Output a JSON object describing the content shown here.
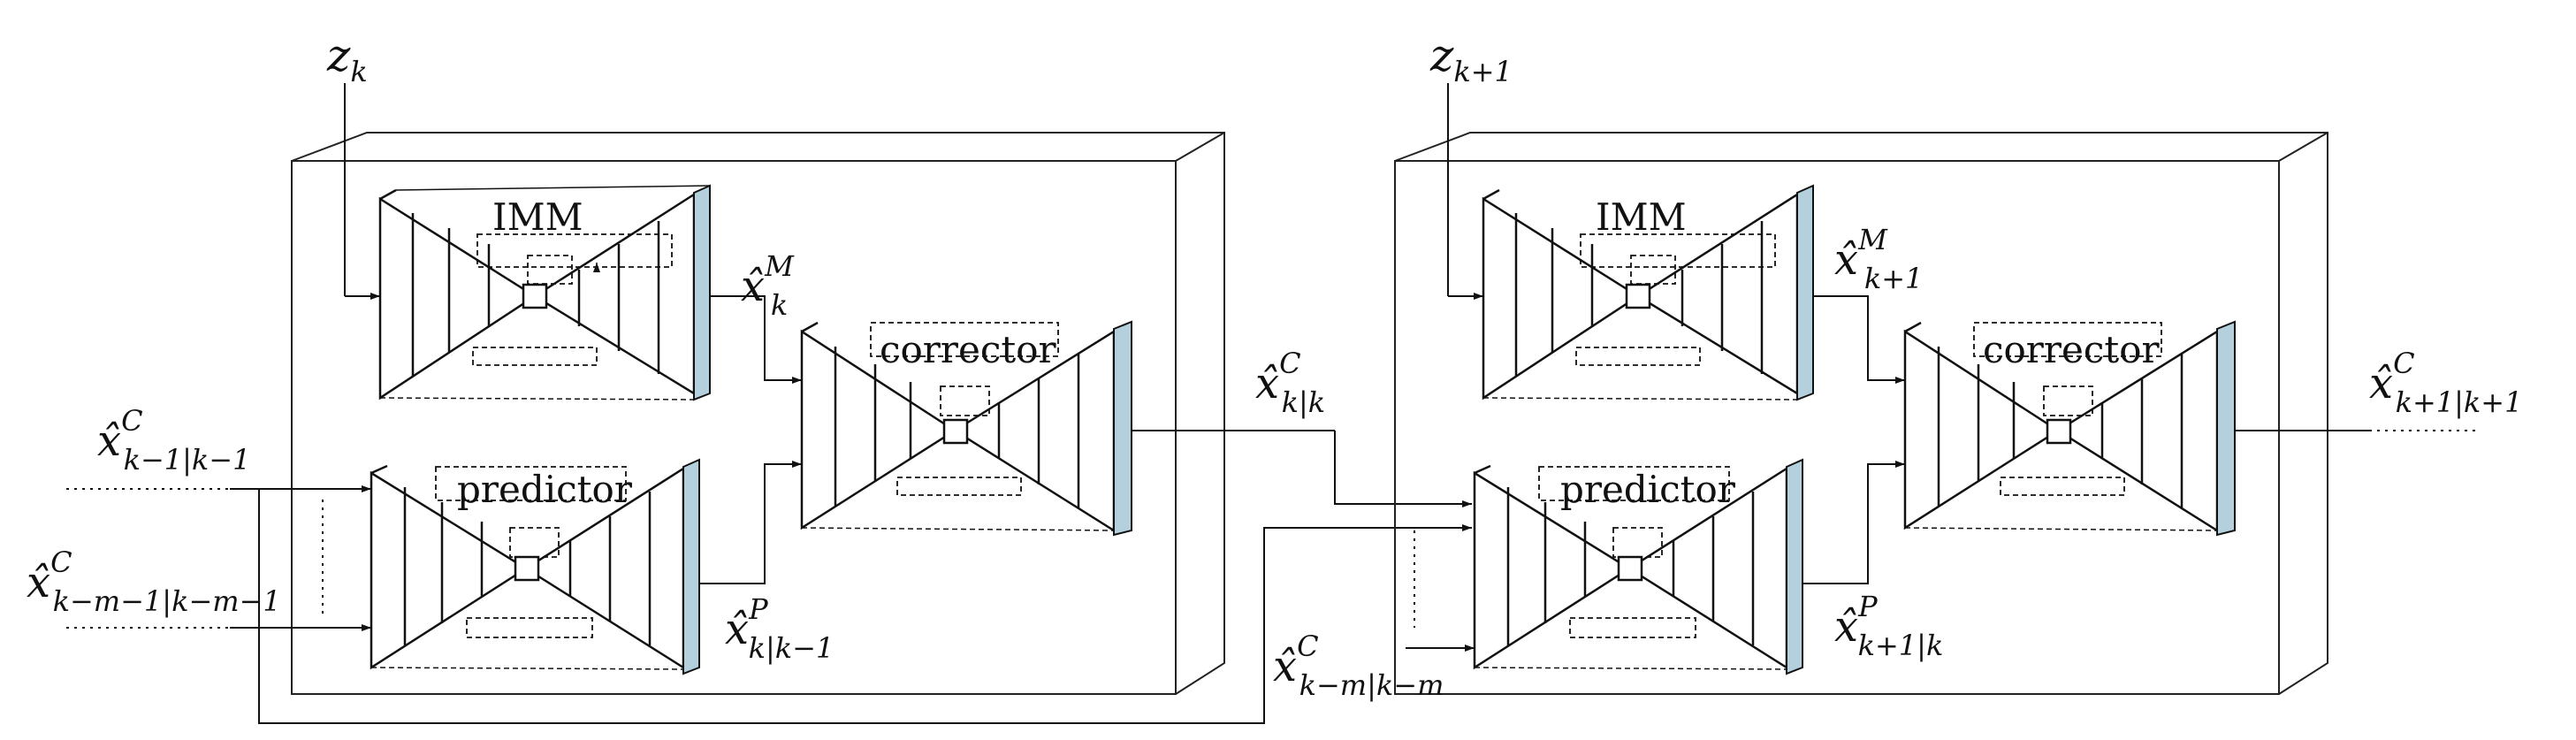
{
  "stages": [
    {
      "measurement": {
        "base": "z",
        "sub": "k"
      },
      "output": {
        "hat": "x̂",
        "sup": "C",
        "sub": "k|k"
      },
      "imm": {
        "label": "IMM",
        "out_sup": "M",
        "out_sub": "k"
      },
      "predictor": {
        "label": "predictor",
        "out_sup": "P",
        "out_sub": "k|k−1"
      },
      "corrector": {
        "label": "corrector"
      }
    },
    {
      "measurement": {
        "base": "z",
        "sub": "k+1"
      },
      "output": {
        "hat": "x̂",
        "sup": "C",
        "sub": "k+1|k+1"
      },
      "imm": {
        "label": "IMM",
        "out_sup": "M",
        "out_sub": "k+1"
      },
      "predictor": {
        "label": "predictor",
        "out_sup": "P",
        "out_sub": "k+1|k"
      },
      "corrector": {
        "label": "corrector"
      }
    }
  ],
  "inputs": [
    {
      "hat": "x̂",
      "sup": "C",
      "sub": "k−1|k−1"
    },
    {
      "hat": "x̂",
      "sup": "C",
      "sub": "k−m−1|k−m−1"
    },
    {
      "hat": "x̂",
      "sup": "C",
      "sub": "k−m|k−m"
    }
  ]
}
